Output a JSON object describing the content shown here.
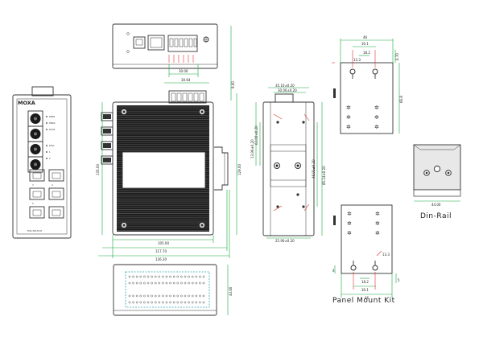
{
  "front_view": {
    "brand": "MOXA",
    "model": "EDS-305-M-ST",
    "port_labels": [
      "PWR1",
      "PWR2",
      "FAULT",
      "DIAG",
      "1",
      "2",
      "3",
      "4",
      "5"
    ]
  },
  "top_view": {
    "dims": [
      "30.00",
      "30.64",
      "9.00"
    ]
  },
  "main_view": {
    "dims": [
      "105.00",
      "117.70",
      "126.30",
      "135.00",
      "129.00"
    ]
  },
  "side_view": {
    "dims": [
      "35.10±0.20",
      "30.00±0.20",
      "25.90±0.20",
      "13.90±0.20",
      "85.14±0.20",
      "63.00±0.20",
      "46.91±0.20"
    ]
  },
  "bottom_view": {
    "dims": [
      "43.60"
    ]
  },
  "panel_mount_top": {
    "dims": [
      "46",
      "30.1",
      "18.2",
      "13.3",
      "6.70",
      "66.8"
    ]
  },
  "panel_mount_bottom": {
    "dims": [
      "46",
      "30.1",
      "18.2",
      "13.3",
      "4",
      "5"
    ]
  },
  "din_rail": {
    "label": "Din-Rail",
    "dims": [
      "44.00"
    ]
  },
  "panel_mount_kit": {
    "label": "Panel Mount Kit"
  }
}
